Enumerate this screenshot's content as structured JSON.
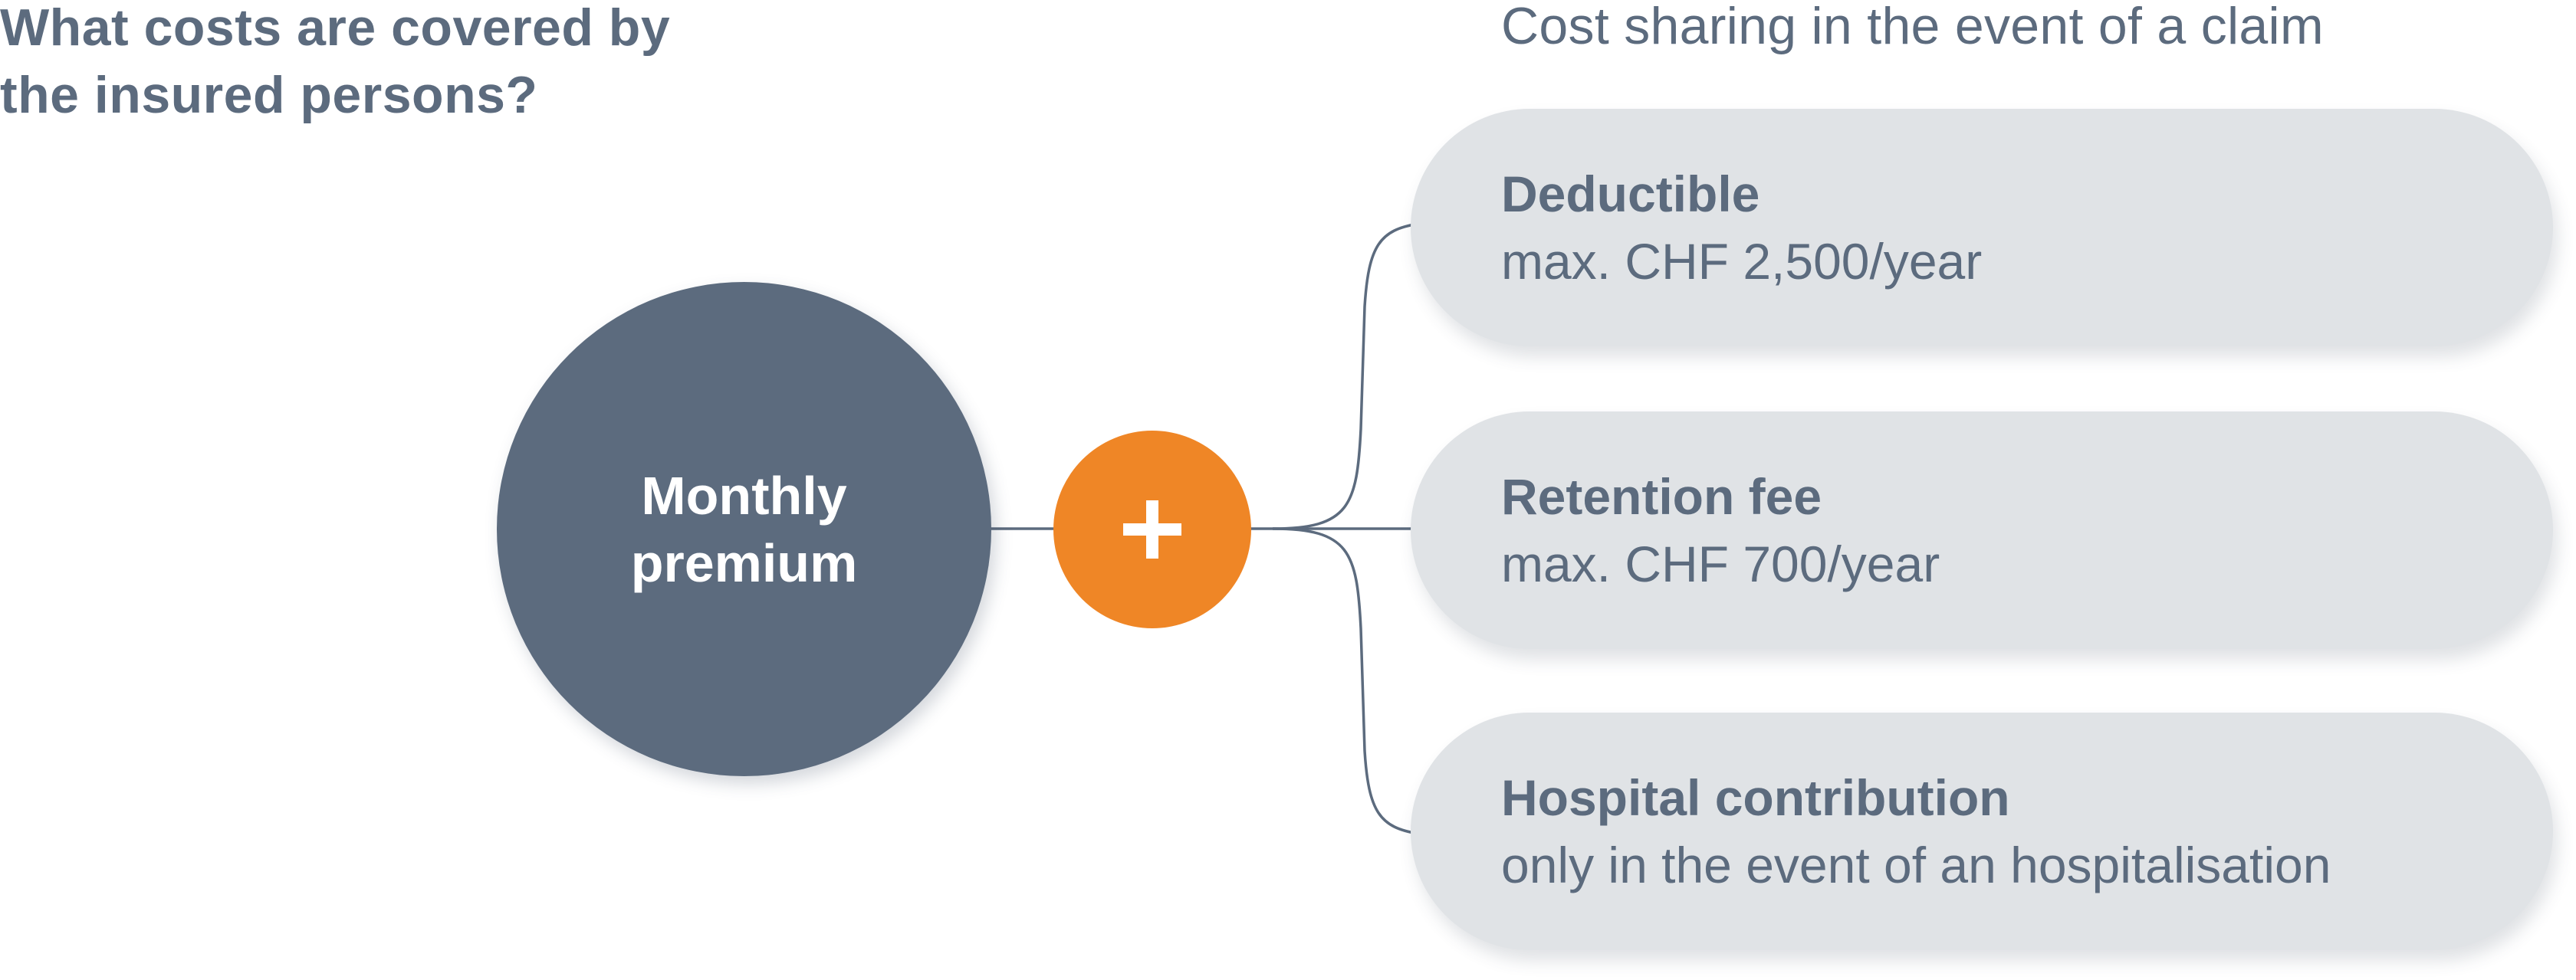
{
  "question": {
    "line1": "What costs are covered by",
    "line2": "the insured persons?"
  },
  "subtitle": "Cost sharing in the event of a claim",
  "premium": {
    "line1": "Monthly",
    "line2": "premium"
  },
  "operator_icon": "plus-icon",
  "cost_items": [
    {
      "title": "Deductible",
      "detail": "max. CHF 2,500/year"
    },
    {
      "title": "Retention fee",
      "detail": "max. CHF 700/year"
    },
    {
      "title": "Hospital contribution",
      "detail": "only in the event of an hospitalisation"
    }
  ],
  "colors": {
    "primary_slate": "#5c6b7e",
    "accent_orange": "#ef8626",
    "pill_gray": "#e0e3e6",
    "background": "#ffffff"
  }
}
